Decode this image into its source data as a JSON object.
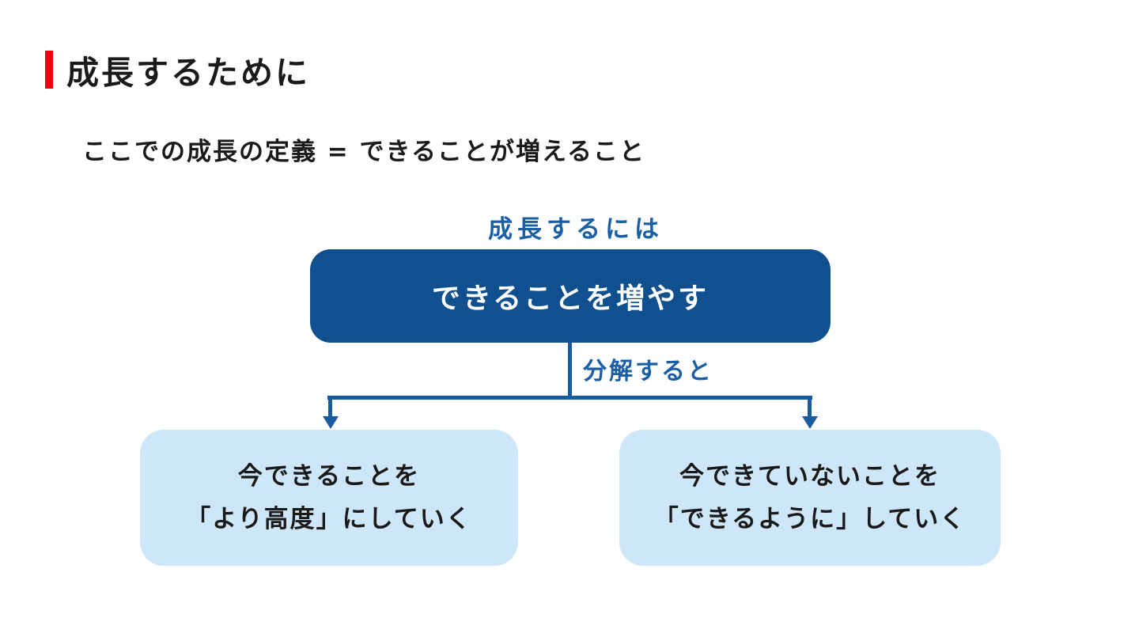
{
  "slide": {
    "header": {
      "title": "成長するために"
    },
    "definition": {
      "text": "ここでの成長の定義 = できることが増えること"
    },
    "diagram": {
      "top_caption": "成長するには",
      "root_box_label": "できることを増やす",
      "branch_label": "分解すると",
      "left_box": {
        "line1": "今できることを",
        "line2": "「より高度」にしていく"
      },
      "right_box": {
        "line1": "今できていないことを",
        "line2": "「できるように」していく"
      }
    },
    "colors": {
      "accent_red": "#E60012",
      "dark_blue": "#11508F",
      "line_blue": "#1A5A9E",
      "label_blue": "#1A5FA5",
      "light_blue": "#CDE6F8",
      "text_black": "#1A1A1A"
    }
  }
}
